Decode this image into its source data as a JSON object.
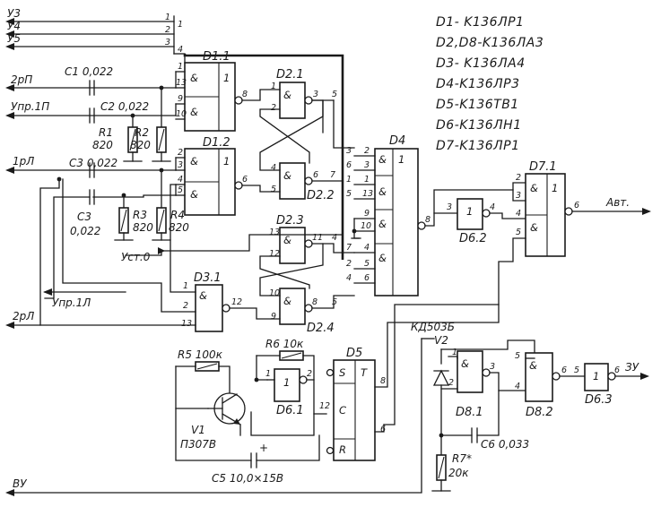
{
  "legend": [
    "D1- K136ЛP1",
    "D2,D8-K136ЛA3",
    "D3- K136ЛA4",
    "D4-K136ЛP3",
    "D5-K136TB1",
    "D6-K136ЛH1",
    "D7-K136ЛP1"
  ],
  "signals": {
    "y3": "У3",
    "y4": "У4",
    "y5": "У5",
    "two_rp": "2рП",
    "upr_1p": "Упр.1П",
    "one_rl": "1рЛ",
    "upr_1l": "Упр.1Л",
    "two_rl": "2рЛ",
    "ust0": "Уст.0",
    "avt": "Авт.",
    "vu": "ВУ",
    "zu": "ЗУ"
  },
  "components": {
    "c1": "C1 0,022",
    "c2": "C2 0,022",
    "c3_a": "C3 0,022",
    "c3_b": "C3",
    "c3_b_val": "0,022",
    "r1": "R1",
    "r1_val": "820",
    "r2": "R2",
    "r2_val": "820",
    "r3": "R3",
    "r3_val": "820",
    "r4": "R4",
    "r4_val": "820",
    "r5": "R5 100к",
    "r6": "R6 10к",
    "v1": "V1",
    "v1_type": "П307В",
    "c5": "C5 10,0×15В",
    "v2_type": "КД503Б",
    "v2": "V2",
    "c6": "C6 0,033",
    "r7": "R7*",
    "r7_val": "20к"
  },
  "gates": {
    "d1_1": "D1.1",
    "d1_2": "D1.2",
    "d2_1": "D2.1",
    "d2_2": "D2.2",
    "d2_3": "D2.3",
    "d2_4": "D2.4",
    "d3_1": "D3.1",
    "d4": "D4",
    "d5": "D5",
    "d6_1": "D6.1",
    "d6_2": "D6.2",
    "d6_3": "D6.3",
    "d7_1": "D7.1",
    "d8_1": "D8.1",
    "d8_2": "D8.2"
  },
  "symbols": {
    "and": "&",
    "one": "1",
    "s": "S",
    "t": "T",
    "c": "C",
    "r": "R",
    "plus": "+"
  }
}
